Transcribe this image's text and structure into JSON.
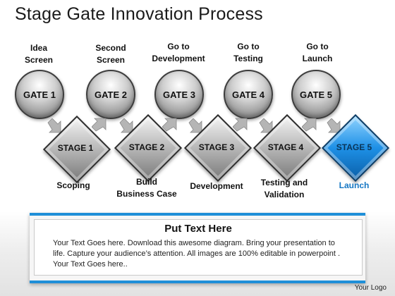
{
  "title": "Stage Gate Innovation Process",
  "gates": [
    {
      "label_line1": "Idea",
      "label_line2": "Screen",
      "name": "GATE 1"
    },
    {
      "label_line1": "Second",
      "label_line2": "Screen",
      "name": "GATE 2"
    },
    {
      "label_line1": "Go to",
      "label_line2": "Development",
      "name": "GATE 3"
    },
    {
      "label_line1": "Go to",
      "label_line2": "Testing",
      "name": "GATE 4"
    },
    {
      "label_line1": "Go to",
      "label_line2": "Launch",
      "name": "GATE 5"
    }
  ],
  "stages": [
    {
      "name": "STAGE 1",
      "label_line1": "Scoping",
      "label_line2": ""
    },
    {
      "name": "STAGE 2",
      "label_line1": "Build",
      "label_line2": "Business Case"
    },
    {
      "name": "STAGE 3",
      "label_line1": "Development",
      "label_line2": ""
    },
    {
      "name": "STAGE 4",
      "label_line1": "Testing and",
      "label_line2": "Validation"
    },
    {
      "name": "STAGE 5",
      "label_line1": "Launch",
      "label_line2": ""
    }
  ],
  "active_stage_color": "#1e90e6",
  "textbox": {
    "heading": "Put Text Here",
    "line1": "Your Text Goes here. Download this awesome diagram. Bring your presentation to",
    "line2": "life. Capture your audience’s attention. All images are 100% editable in powerpoint .",
    "line3": "Your Text Goes here.."
  },
  "logo": "Your Logo"
}
